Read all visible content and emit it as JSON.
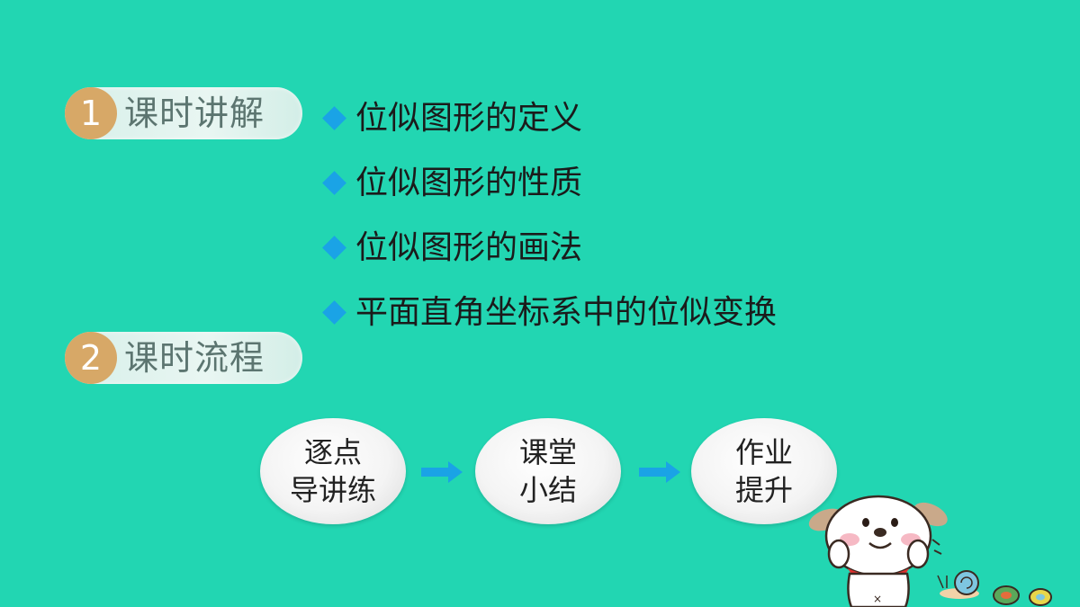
{
  "sections": [
    {
      "number": "1",
      "title": "课时讲解"
    },
    {
      "number": "2",
      "title": "课时流程"
    }
  ],
  "topics": [
    "位似图形的定义",
    "位似图形的性质",
    "位似图形的画法",
    "平面直角坐标系中的位似变换"
  ],
  "flow": [
    {
      "line1": "逐点",
      "line2": "导讲练"
    },
    {
      "line1": "课堂",
      "line2": "小结"
    },
    {
      "line1": "作业",
      "line2": "提升"
    }
  ],
  "icons": {
    "bullet": "diamond-icon",
    "arrow": "arrow-right-icon",
    "mascot": "puppy-illustration"
  },
  "colors": {
    "background": "#22d6b2",
    "bullet": "#1aa3e6",
    "badge": "#d7a867",
    "arrow": "#1aa3e6"
  }
}
